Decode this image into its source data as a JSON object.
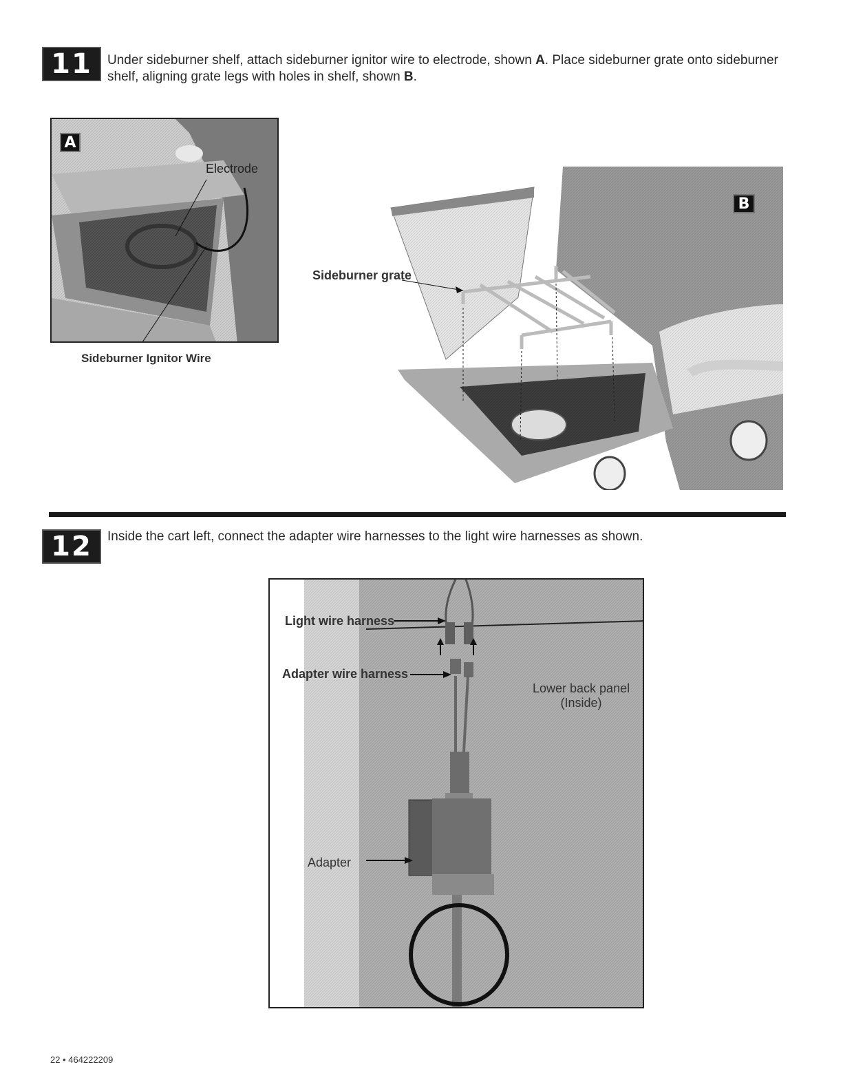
{
  "step11": {
    "number": "11",
    "text_part1": "Under sideburner shelf, attach sideburner ignitor wire to electrode, shown ",
    "ref_a": "A",
    "text_part2": ". Place sideburner grate onto sideburner shelf, aligning grate legs with holes in shelf, shown ",
    "ref_b": "B",
    "text_part3": ".",
    "figure_a": {
      "badge": "A",
      "label_electrode": "Electrode",
      "label_wire": "Sideburner Ignitor Wire"
    },
    "figure_b": {
      "badge": "B",
      "label_grate": "Sideburner grate"
    }
  },
  "step12": {
    "number": "12",
    "text": "Inside the cart left, connect the adapter wire harnesses to the light wire harnesses as shown.",
    "figure": {
      "label_light": "Light wire harness",
      "label_adapter_harness": "Adapter wire harness",
      "label_panel_line1": "Lower back panel",
      "label_panel_line2": "(Inside)",
      "label_adapter": "Adapter"
    }
  },
  "footer": "22 • 464222209",
  "colors": {
    "badge": "#1c1c1c",
    "divider": "#1a1a1a",
    "figure_gray": "#8a8a8a"
  }
}
